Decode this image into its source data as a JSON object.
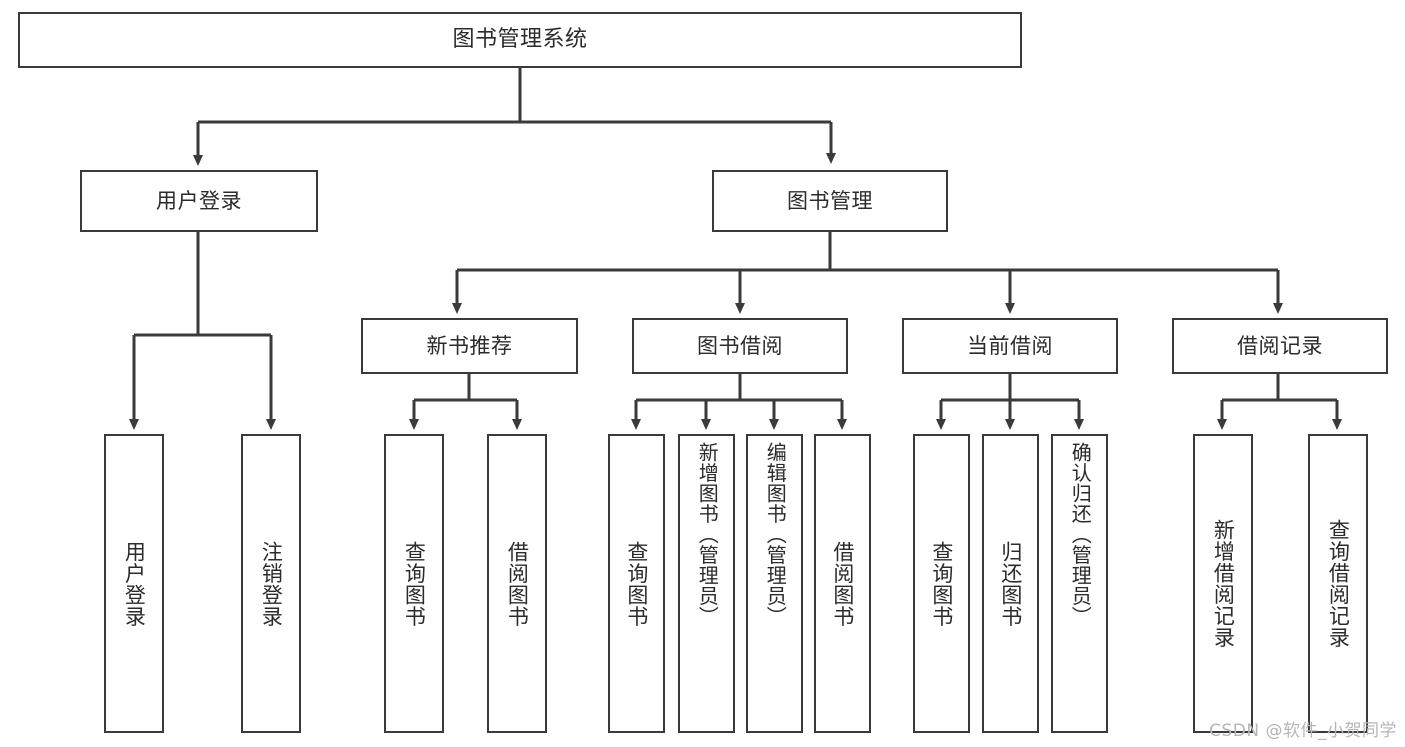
{
  "diagram": {
    "title": "图书管理系统",
    "type": "tree",
    "colors": {
      "stroke": "#3a3a3a",
      "box_fill": "#ffffff",
      "text": "#2b2b2b",
      "watermark": "#b6b6b6",
      "background": "#ffffff"
    },
    "root": {
      "label": "图书管理系统"
    },
    "level2": {
      "user_login": {
        "label": "用户登录"
      },
      "book_manage": {
        "label": "图书管理"
      }
    },
    "level3": {
      "new_book_rec": {
        "label": "新书推荐"
      },
      "book_borrow": {
        "label": "图书借阅"
      },
      "current_borrow": {
        "label": "当前借阅"
      },
      "borrow_record": {
        "label": "借阅记录"
      }
    },
    "leaves": {
      "user_login": [
        {
          "label": "用户登录"
        },
        {
          "label": "注销登录"
        }
      ],
      "new_book_rec": [
        {
          "label": "查询图书"
        },
        {
          "label": "借阅图书"
        }
      ],
      "book_borrow": [
        {
          "label": "查询图书"
        },
        {
          "label": "新增图书（管理员）"
        },
        {
          "label": "编辑图书（管理员）"
        },
        {
          "label": "借阅图书"
        }
      ],
      "current_borrow": [
        {
          "label": "查询图书"
        },
        {
          "label": "归还图书"
        },
        {
          "label": "确认归还（管理员）"
        }
      ],
      "borrow_record": [
        {
          "label": "新增借阅记录"
        },
        {
          "label": "查询借阅记录"
        }
      ]
    }
  },
  "watermark": {
    "text": "CSDN @软件_小贺同学"
  }
}
